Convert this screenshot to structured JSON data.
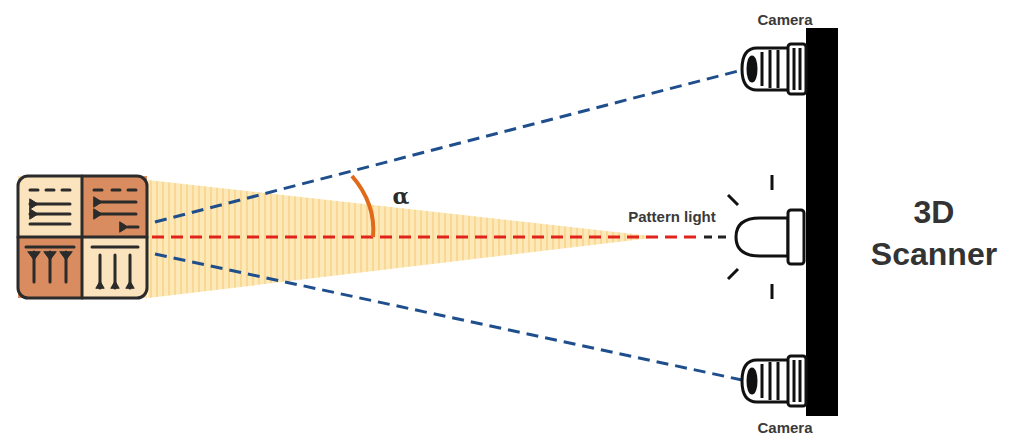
{
  "diagram": {
    "labels": [
      "Camera",
      "α",
      "Pattern light",
      "3D Scanner",
      "Camera"
    ]
  }
}
